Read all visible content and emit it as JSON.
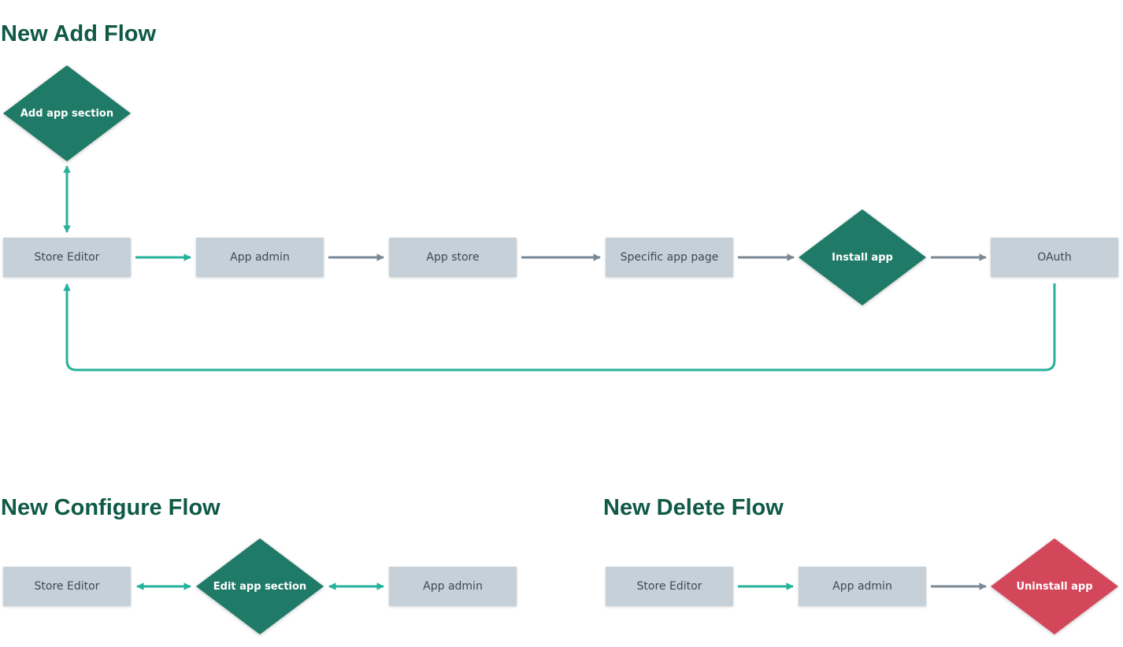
{
  "flows": {
    "add": {
      "title": "New Add Flow",
      "add_app_section": "Add app section",
      "store_editor": "Store Editor",
      "app_admin": "App admin",
      "app_store": "App store",
      "specific_app_page": "Specific app page",
      "install_app": "Install app",
      "oauth": "OAuth"
    },
    "configure": {
      "title": "New Configure Flow",
      "store_editor": "Store Editor",
      "edit_app_section": "Edit app section",
      "app_admin": "App admin"
    },
    "delete": {
      "title": "New Delete Flow",
      "store_editor": "Store Editor",
      "app_admin": "App admin",
      "uninstall_app": "Uninstall app"
    }
  },
  "colors": {
    "title": "#0f5a45",
    "box_fill": "#c5d0d9",
    "diamond_green": "#1f7a67",
    "diamond_red": "#d3475b",
    "arrow_teal": "#26b19b",
    "arrow_gray": "#7a8895"
  }
}
